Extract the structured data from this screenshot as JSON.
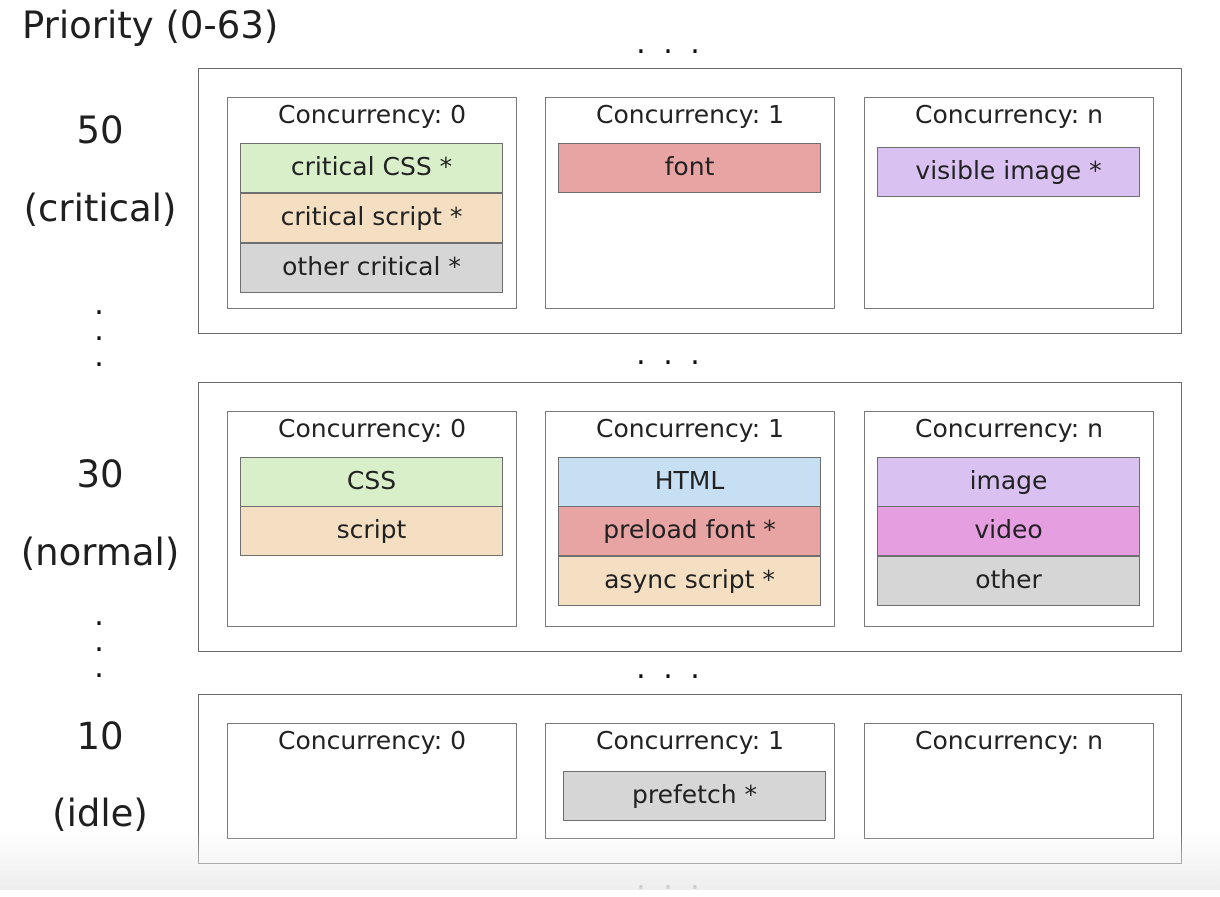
{
  "title": "Priority (0-63)",
  "ellipsis": ". . .",
  "vertical_dots": ":\n:",
  "bucket_labels": [
    "Concurrency: 0",
    "Concurrency: 1",
    "Concurrency: n"
  ],
  "bands": [
    {
      "level": "50",
      "level_name": "(critical)",
      "buckets": [
        {
          "items": [
            {
              "label": "critical CSS *",
              "color": "#d9efc9"
            },
            {
              "label": "critical script *",
              "color": "#f5dfc2"
            },
            {
              "label": "other critical *",
              "color": "#d6d6d6"
            }
          ]
        },
        {
          "items": [
            {
              "label": "font",
              "color": "#e8a3a3"
            }
          ]
        },
        {
          "items": [
            {
              "label": "visible image *",
              "color": "#d9c2f2"
            }
          ]
        }
      ]
    },
    {
      "level": "30",
      "level_name": "(normal)",
      "buckets": [
        {
          "items": [
            {
              "label": "CSS",
              "color": "#d9efc9"
            },
            {
              "label": "script",
              "color": "#f5dfc2"
            }
          ]
        },
        {
          "items": [
            {
              "label": "HTML",
              "color": "#c6dff3"
            },
            {
              "label": "preload font *",
              "color": "#e8a3a3"
            },
            {
              "label": "async script *",
              "color": "#f5dfc2"
            }
          ]
        },
        {
          "items": [
            {
              "label": "image",
              "color": "#d9c2f2"
            },
            {
              "label": "video",
              "color": "#e59ee0"
            },
            {
              "label": "other",
              "color": "#d6d6d6"
            }
          ]
        }
      ]
    },
    {
      "level": "10",
      "level_name": "(idle)",
      "buckets": [
        {
          "items": []
        },
        {
          "items": [
            {
              "label": "prefetch *",
              "color": "#d6d6d6"
            }
          ]
        },
        {
          "items": []
        }
      ]
    }
  ]
}
